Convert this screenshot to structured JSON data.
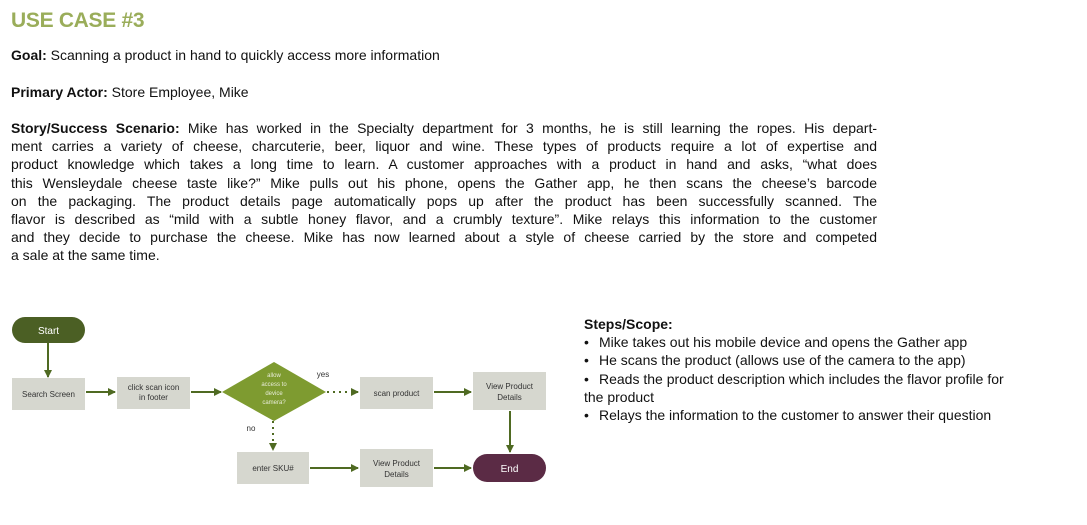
{
  "header": {
    "title": "USE CASE #3"
  },
  "goal": {
    "label": "Goal:",
    "text": " Scanning a product in hand to quickly access more information"
  },
  "actor": {
    "label": "Primary Actor:",
    "text": " Store Employee, Mike"
  },
  "story": {
    "label": "Story/Success Scenario:",
    "lines": [
      " Mike has worked in the Specialty department for 3 months, he is still learning the ropes. His depart-",
      "ment carries a variety of cheese, charcuterie, beer, liquor and wine. These types of products require a lot of expertise and",
      "product knowledge which takes a long time to learn. A customer approaches with a product in hand and asks, “what does",
      "this Wensleydale cheese taste like?” Mike pulls out his phone, opens the Gather app, he then scans the cheese’s barcode",
      "on the packaging. The product details page automatically pops up after the product has been successfully scanned. The",
      "flavor is described as “mild with a subtle honey flavor, and a crumbly texture”. Mike relays this information to the customer",
      "and they decide to purchase the cheese. Mike has now learned about a style of cheese carried by the store and competed",
      "a sale at the same time."
    ]
  },
  "steps": {
    "heading": "Steps/Scope:",
    "bullet": "•",
    "items": [
      "Mike takes out his mobile device and opens the Gather app",
      "He scans the product (allows use of the camera to the app)",
      "Reads the product description which includes the flavor profile for",
      "Relays the information to the customer to answer their question"
    ],
    "continuation": "the product"
  },
  "flowchart": {
    "colors": {
      "start": "#4b5f24",
      "end": "#5b2b45",
      "decision": "#7e9b30",
      "box": "#d6d7cf",
      "arrow": "#4f6a22",
      "box_text": "#333333"
    },
    "start": "Start",
    "end": "End",
    "search_screen": "Search Screen",
    "click_scan": [
      "click scan icon",
      "in footer"
    ],
    "decision": [
      "allow",
      "access to",
      "device",
      "camera?"
    ],
    "yes_label": "yes",
    "no_label": "no",
    "scan_product": "scan product",
    "view_details_top": [
      "View Product",
      "Details"
    ],
    "enter_sku": "enter SKU#",
    "view_details_bottom": [
      "View Product",
      "Details"
    ]
  }
}
